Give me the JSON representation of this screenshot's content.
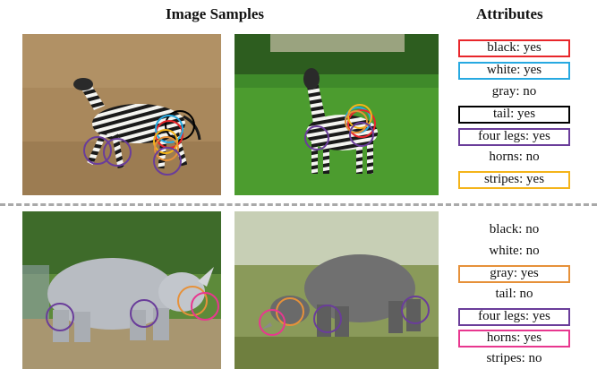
{
  "headers": {
    "left": "Image Samples",
    "right": "Attributes"
  },
  "rows": [
    {
      "attributes": [
        {
          "text": "black: yes",
          "border": "#e8262b"
        },
        {
          "text": "white: yes",
          "border": "#27a9e1"
        },
        {
          "text": "gray: no",
          "border": null
        },
        {
          "text": "tail: yes",
          "border": "#000000"
        },
        {
          "text": "four legs: yes",
          "border": "#6a3d9a"
        },
        {
          "text": "horns: no",
          "border": null
        },
        {
          "text": "stripes: yes",
          "border": "#f4b41a"
        }
      ]
    },
    {
      "attributes": [
        {
          "text": "black: no",
          "border": null
        },
        {
          "text": "white: no",
          "border": null
        },
        {
          "text": "gray: yes",
          "border": "#e6913a"
        },
        {
          "text": "tail: no",
          "border": null
        },
        {
          "text": "four legs: yes",
          "border": "#6a3d9a"
        },
        {
          "text": "horns: yes",
          "border": "#e8378f"
        },
        {
          "text": "stripes: no",
          "border": null
        }
      ]
    }
  ],
  "colors": {
    "black": "#000000",
    "red": "#e8262b",
    "blue": "#27a9e1",
    "purple": "#6a3d9a",
    "yellow": "#f4b41a",
    "orange": "#e6913a",
    "pink": "#e8378f",
    "divider": "#a9a9a9"
  }
}
